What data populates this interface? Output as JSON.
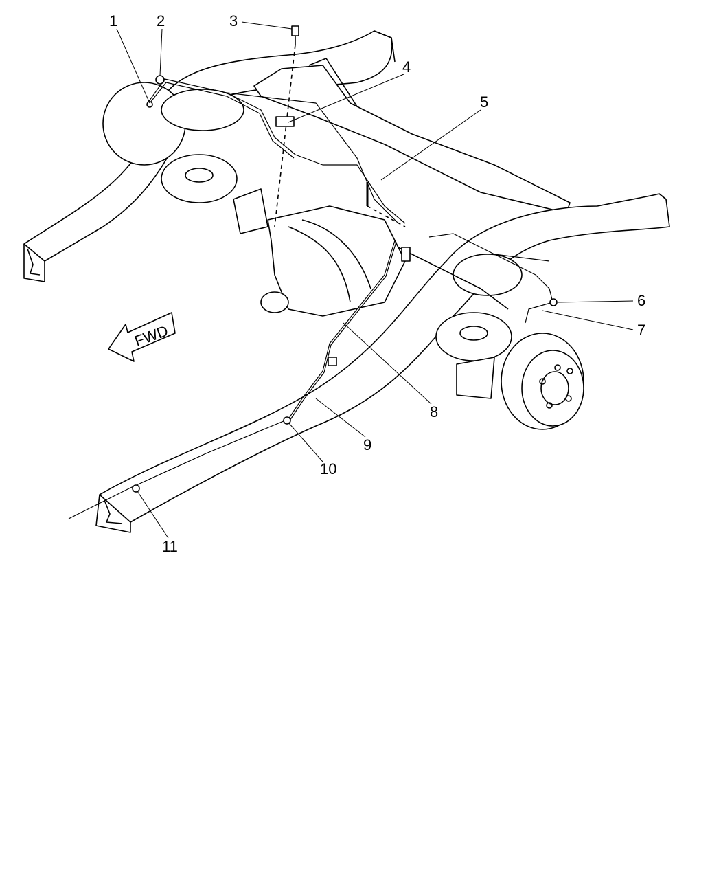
{
  "diagram": {
    "direction_label": "FWD",
    "callouts": [
      "1",
      "2",
      "3",
      "4",
      "5",
      "6",
      "7",
      "8",
      "9",
      "10",
      "11"
    ]
  }
}
